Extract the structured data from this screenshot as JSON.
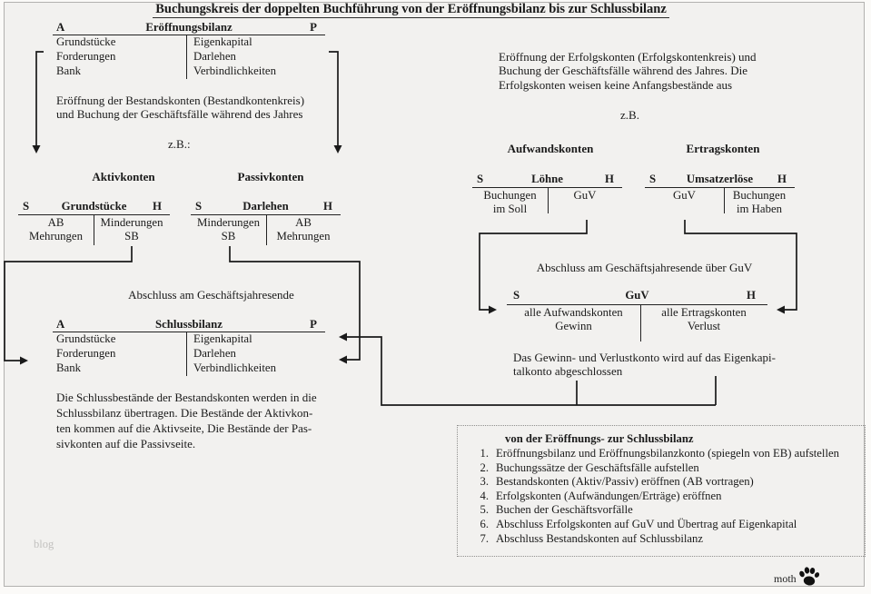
{
  "title": "Buchungskreis der doppelten Buchführung von der Eröffnungsbilanz bis zur Schlussbilanz",
  "opening_balance": {
    "corner_left": "A",
    "name": "Eröffnungsbilanz",
    "corner_right": "P",
    "assets": [
      "Grundstücke",
      "Forderungen",
      "Bank"
    ],
    "liabilities": [
      "Eigenkapital",
      "Darlehen",
      "Verbindlichkeiten"
    ]
  },
  "closing_balance": {
    "corner_left": "A",
    "name": "Schlussbilanz",
    "corner_right": "P",
    "assets": [
      "Grundstücke",
      "Forderungen",
      "Bank"
    ],
    "liabilities": [
      "Eigenkapital",
      "Darlehen",
      "Verbindlichkeiten"
    ]
  },
  "notes": {
    "opening_accounts": "Eröffnung der Bestandskonten (Bestandkontenkreis)\nund Buchung der Geschäftsfälle während des Jahres",
    "zb_left": "z.B.:",
    "erfolgskonten": "Eröffnung der Erfolgskonten (Erfolgskontenkreis) und\nBuchung der Geschäftsfälle während des Jahres. Die\nErfolgskonten weisen keine Anfangsbestände aus",
    "zb_right": "z.B.",
    "abschluss_left": "Abschluss am Geschäftsjahresende",
    "abschluss_guv": "Abschluss am Geschäftsjahresende über GuV",
    "guv_to_equity": "Das Gewinn- und Verlustkonto wird auf das Eigenkapi-\ntalkonto abgeschlossen",
    "closing_note": "Die Schlussbestände der Bestandskonten werden in die\nSchlussbilanz übertragen. Die Bestände der Aktivkon-\nten kommen auf die Aktivseite, Die Bestände der Pas-\nsivkonten auf die Passivseite."
  },
  "group_labels": {
    "aktivkonten": "Aktivkonten",
    "passivkonten": "Passivkonten",
    "aufwandskonten": "Aufwandskonten",
    "ertragskonten": "Ertragskonten"
  },
  "accounts": {
    "grundstuecke": {
      "s": "S",
      "name": "Grundstücke",
      "h": "H",
      "left": [
        "AB",
        "Mehrungen"
      ],
      "right": [
        "Minderungen",
        "SB"
      ]
    },
    "darlehen": {
      "s": "S",
      "name": "Darlehen",
      "h": "H",
      "left": [
        "Minderungen",
        "SB"
      ],
      "right": [
        "AB",
        "Mehrungen"
      ]
    },
    "loehne": {
      "s": "S",
      "name": "Löhne",
      "h": "H",
      "left": [
        "Buchungen",
        "im Soll"
      ],
      "right": [
        "GuV"
      ]
    },
    "umsatzerloese": {
      "s": "S",
      "name": "Umsatzerlöse",
      "h": "H",
      "left": [
        "GuV"
      ],
      "right": [
        "Buchungen",
        "im Haben"
      ]
    },
    "guv": {
      "s": "S",
      "name": "GuV",
      "h": "H",
      "left": [
        "alle Aufwandskonten",
        "Gewinn"
      ],
      "right": [
        "alle Ertragskonten",
        "Verlust"
      ]
    }
  },
  "steps": {
    "heading": "von der Eröffnungs- zur Schlussbilanz",
    "items": [
      {
        "num": "1.",
        "text": "Eröffnungsbilanz und Eröffnungsbilanzkonto (spiegeln von EB) aufstellen"
      },
      {
        "num": "2.",
        "text": "Buchungssätze der Geschäftsfälle aufstellen"
      },
      {
        "num": "3.",
        "text": "Bestandskonten (Aktiv/Passiv) eröffnen (AB vortragen)"
      },
      {
        "num": "4.",
        "text": "Erfolgskonten (Aufwändungen/Erträge) eröffnen"
      },
      {
        "num": "5.",
        "text": "Buchen der Geschäftsvorfälle"
      },
      {
        "num": "6.",
        "text": "Abschluss Erfolgskonten auf GuV und Übertrag auf Eigenkapital"
      },
      {
        "num": "7.",
        "text": "Abschluss Bestandskonten auf Schlussbilanz"
      }
    ]
  },
  "watermark": "blog",
  "logo": {
    "text": "moth"
  },
  "colors": {
    "background": "#f2f1ef",
    "ink": "#1a1a1a",
    "watermark": "#c2c1bf",
    "border": "#b2b1af"
  }
}
